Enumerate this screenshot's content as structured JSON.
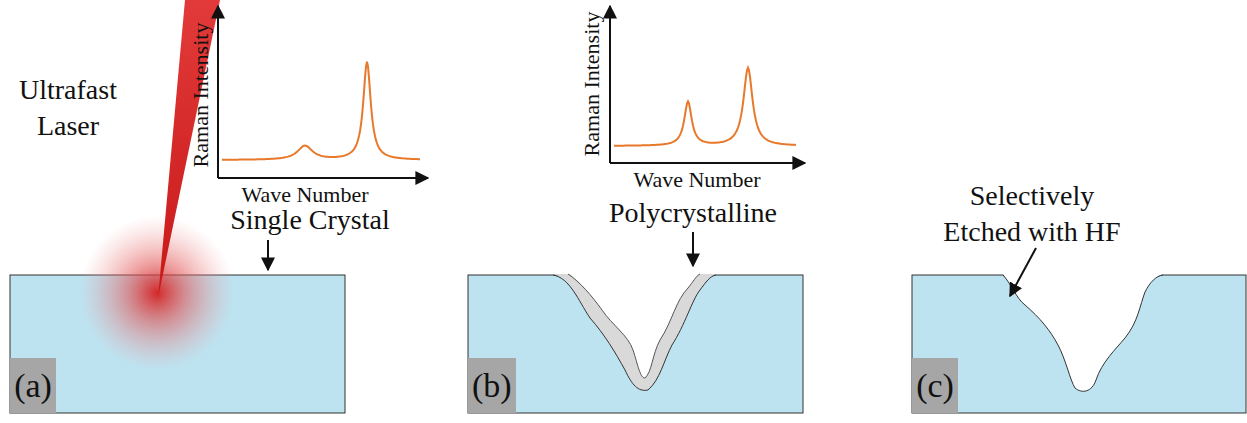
{
  "diagram": {
    "nodes": [
      {
        "text": [
          "(a)"
        ]
      },
      {
        "text": [
          "(b)"
        ]
      },
      {
        "text": [
          "(c)"
        ]
      }
    ],
    "labels": [
      "Ultrafast Laser",
      "Raman Intensity",
      "Wave Number",
      "Single Crystal",
      "Raman Intensity",
      "Wave Number",
      "Polycrystalline",
      "Selectively Etched with HF"
    ]
  }
}
